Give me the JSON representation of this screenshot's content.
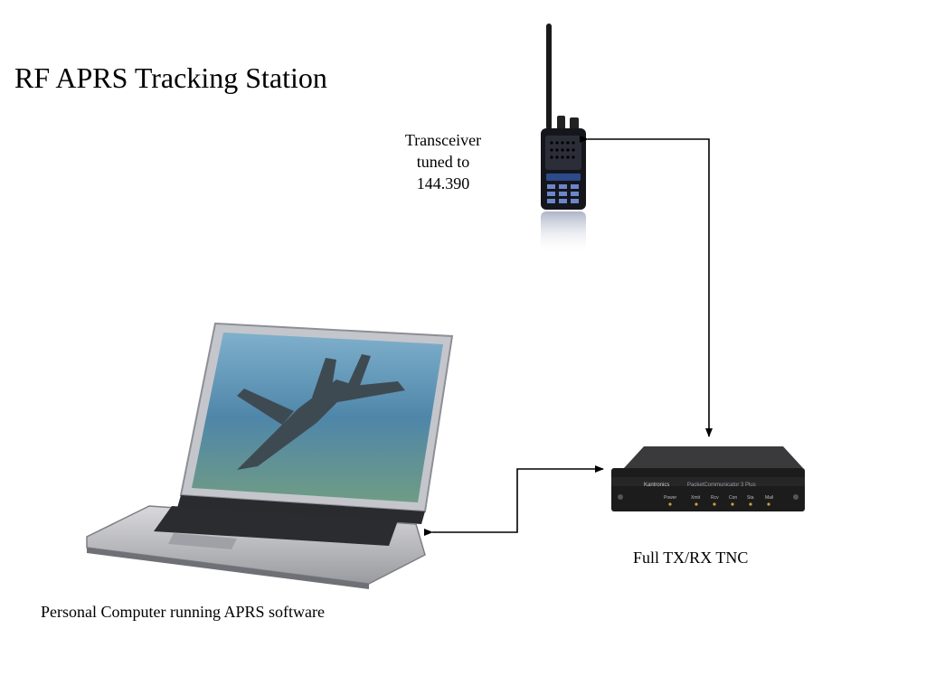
{
  "slide": {
    "title": "RF APRS Tracking Station"
  },
  "transceiver": {
    "label_lines": [
      "Transceiver",
      "tuned to",
      "144.390"
    ]
  },
  "tnc": {
    "label": "Full TX/RX TNC",
    "brand": "Kantronics",
    "model": "PacketCommunicator 3 Plus",
    "leds": [
      "Power",
      "Xmit",
      "Rcv",
      "Con",
      "Sta",
      "Mail"
    ]
  },
  "computer": {
    "label": "Personal Computer running APRS software"
  },
  "icons": {
    "radio": "handheld-radio-icon",
    "tnc": "tnc-modem-icon",
    "laptop": "laptop-icon"
  },
  "colors": {
    "connector": "#000000",
    "tnc_body": "#1c1c1c",
    "screen_sky": "#4f86a9"
  }
}
